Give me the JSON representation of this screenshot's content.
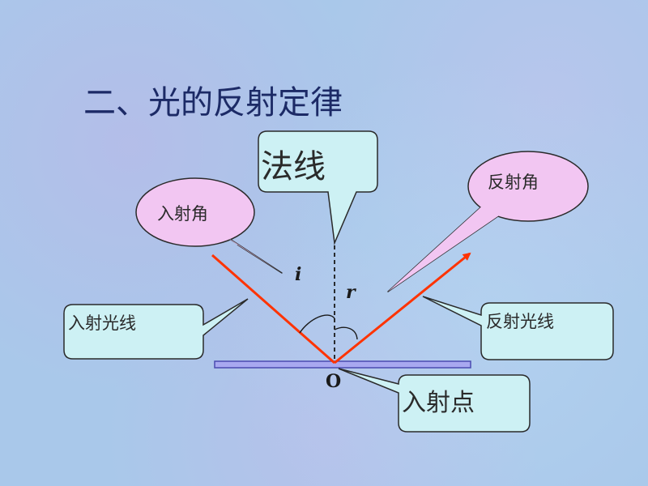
{
  "title": "二、光的反射定律",
  "labels": {
    "normal": "法线",
    "incident_angle": "入射角",
    "reflected_angle": "反射角",
    "incident_ray": "入射光线",
    "reflected_ray": "反射光线",
    "incident_point": "入射点",
    "angle_i": "i",
    "angle_r": "r",
    "point_o": "O"
  },
  "colors": {
    "ray": "#ff3300",
    "mirror_fill": "#a8a8f0",
    "mirror_stroke": "#4b4bb0",
    "callout_pink": "#f2c6f2",
    "callout_cyan": "#cdf1f4",
    "title": "#1c2a66"
  }
}
